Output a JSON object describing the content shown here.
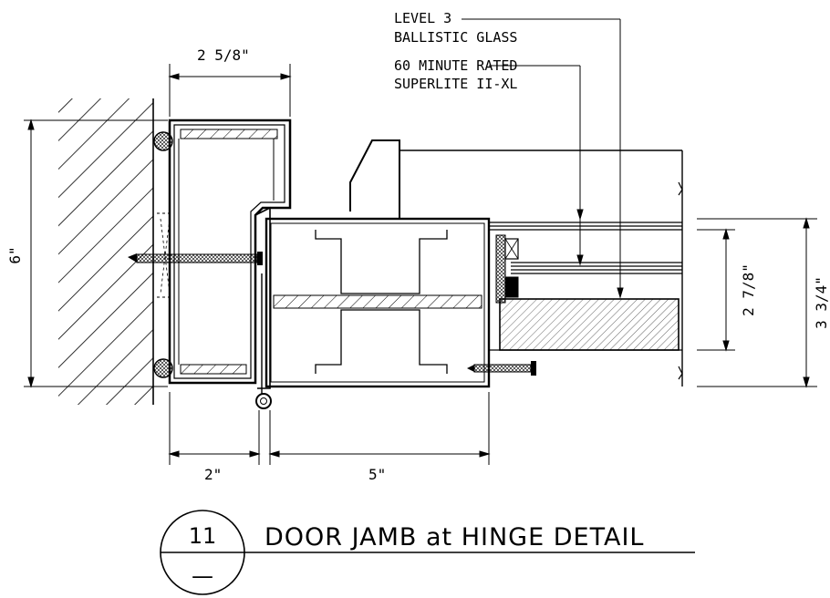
{
  "dimensions": {
    "top_width": "2 5/8\"",
    "left_height": "6\"",
    "bottom_left": "2\"",
    "bottom_right": "5\"",
    "right_inner": "2 7/8\"",
    "right_outer": "3 3/4\""
  },
  "notes": {
    "glass_line1": "LEVEL 3",
    "glass_line2": "BALLISTIC GLASS",
    "fire_line1": "60 MINUTE RATED",
    "fire_line2": "SUPERLITE II-XL"
  },
  "title": {
    "detail_number": "11",
    "sheet_ref": "—",
    "text": "DOOR JAMB at HINGE DETAIL"
  }
}
